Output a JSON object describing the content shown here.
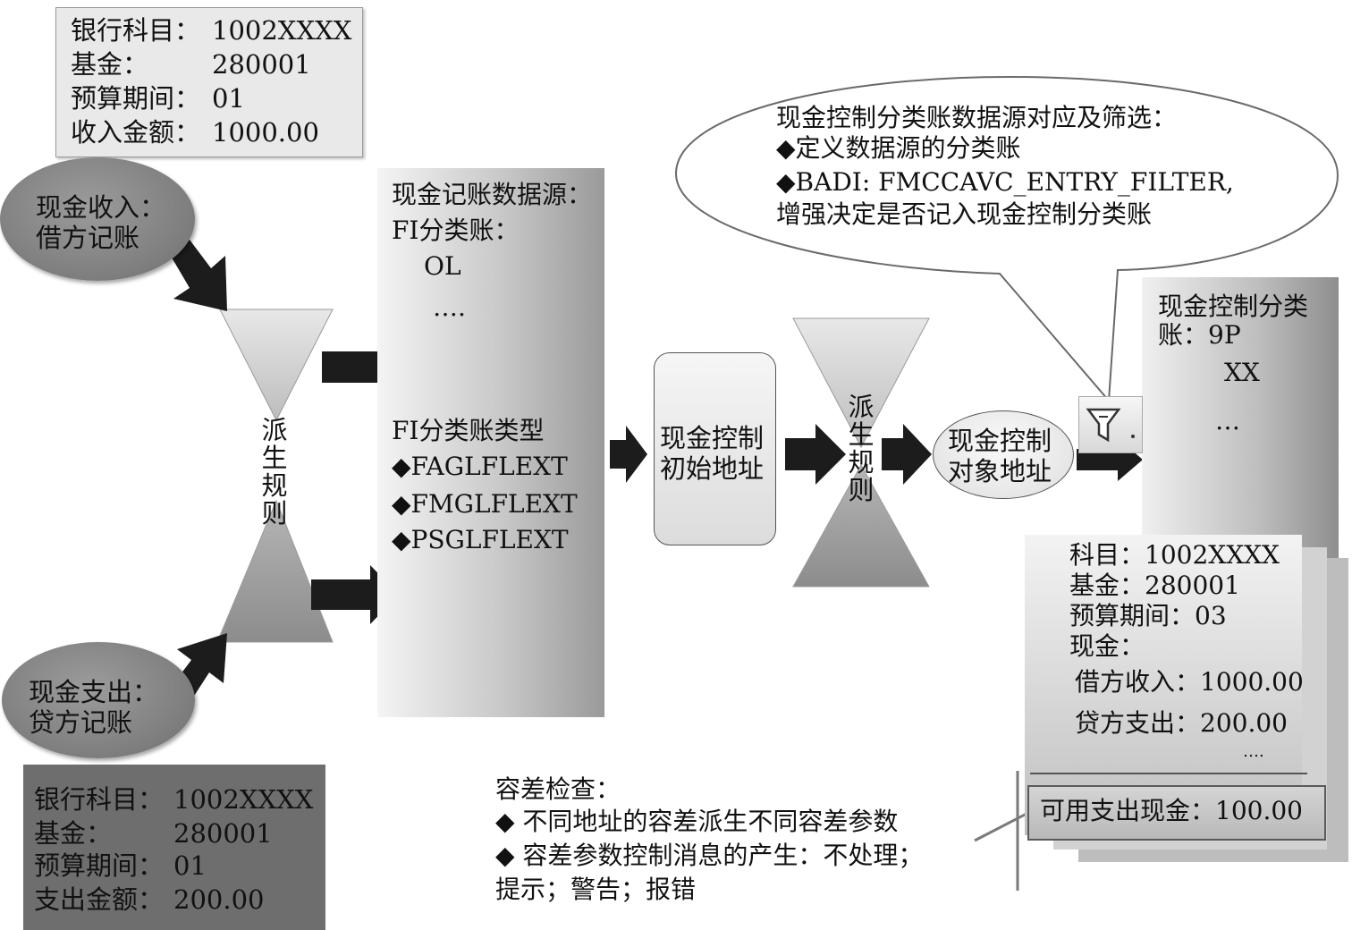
{
  "income_info": {
    "account_label": "银行科目：",
    "account_value": "1002XXXX",
    "fund_label": "基金：",
    "fund_value": "280001",
    "period_label": "预算期间：",
    "period_value": "01",
    "amount_label": "收入金额：",
    "amount_value": "1000.00"
  },
  "expense_info": {
    "account_label": "银行科目：",
    "account_value": "1002XXXX",
    "fund_label": "基金：",
    "fund_value": "280001",
    "period_label": "预算期间：",
    "period_value": "01",
    "amount_label": "支出金额：",
    "amount_value": "200.00"
  },
  "cash_income": {
    "line1": "现金收入：",
    "line2": "借方记账"
  },
  "cash_expense": {
    "line1": "现金支出：",
    "line2": "贷方记账"
  },
  "derivation_rule_1": [
    "派",
    "生",
    "规",
    "则"
  ],
  "derivation_rule_2": [
    "派",
    "生",
    "规",
    "则"
  ],
  "source_panel": {
    "title": "现金记账数据源：",
    "fi_ledger": "FI分类账：",
    "ledger_ol": "OL",
    "ellipsis": "….",
    "ledger_type_title": "FI分类账类型",
    "types": [
      "◆FAGLFLEXT",
      "◆FMGLFLEXT",
      "◆PSGLFLEXT"
    ]
  },
  "initial_address": {
    "line1": "现金控制",
    "line2": "初始地址"
  },
  "object_address": {
    "line1": "现金控制",
    "line2": "对象地址"
  },
  "bubble": {
    "line1": "现金控制分类账数据源对应及筛选：",
    "line2": "◆定义数据源的分类账",
    "line3": "◆BADI: FMCCAVC_ENTRY_FILTER,",
    "line4": "增强决定是否记入现金控制分类账"
  },
  "ledger_panel": {
    "line1": "现金控制分类",
    "line2": "账：9P",
    "line3": "XX",
    "line4": "…"
  },
  "detail": {
    "account": "科目：1002XXXX",
    "fund": "基金：280001",
    "period": "预算期间：03",
    "cash": "现金：",
    "debit": "借方收入：1000.00",
    "credit": "贷方支出：200.00",
    "dots": "….",
    "available": "可用支出现金：100.00"
  },
  "tolerance": {
    "title": "容差检查：",
    "item1": "◆ 不同地址的容差派生不同容差参数",
    "item2": "◆ 容差参数控制消息的产生：不处理；",
    "item3": "提示；警告；报错"
  },
  "icons": [
    "arrow-icon",
    "hourglass-icon",
    "filter-icon"
  ],
  "colors": {
    "dark_gray": "#6e6e6e",
    "mid_gray": "#8a8a8a",
    "light_gray": "#e9e9e9"
  }
}
